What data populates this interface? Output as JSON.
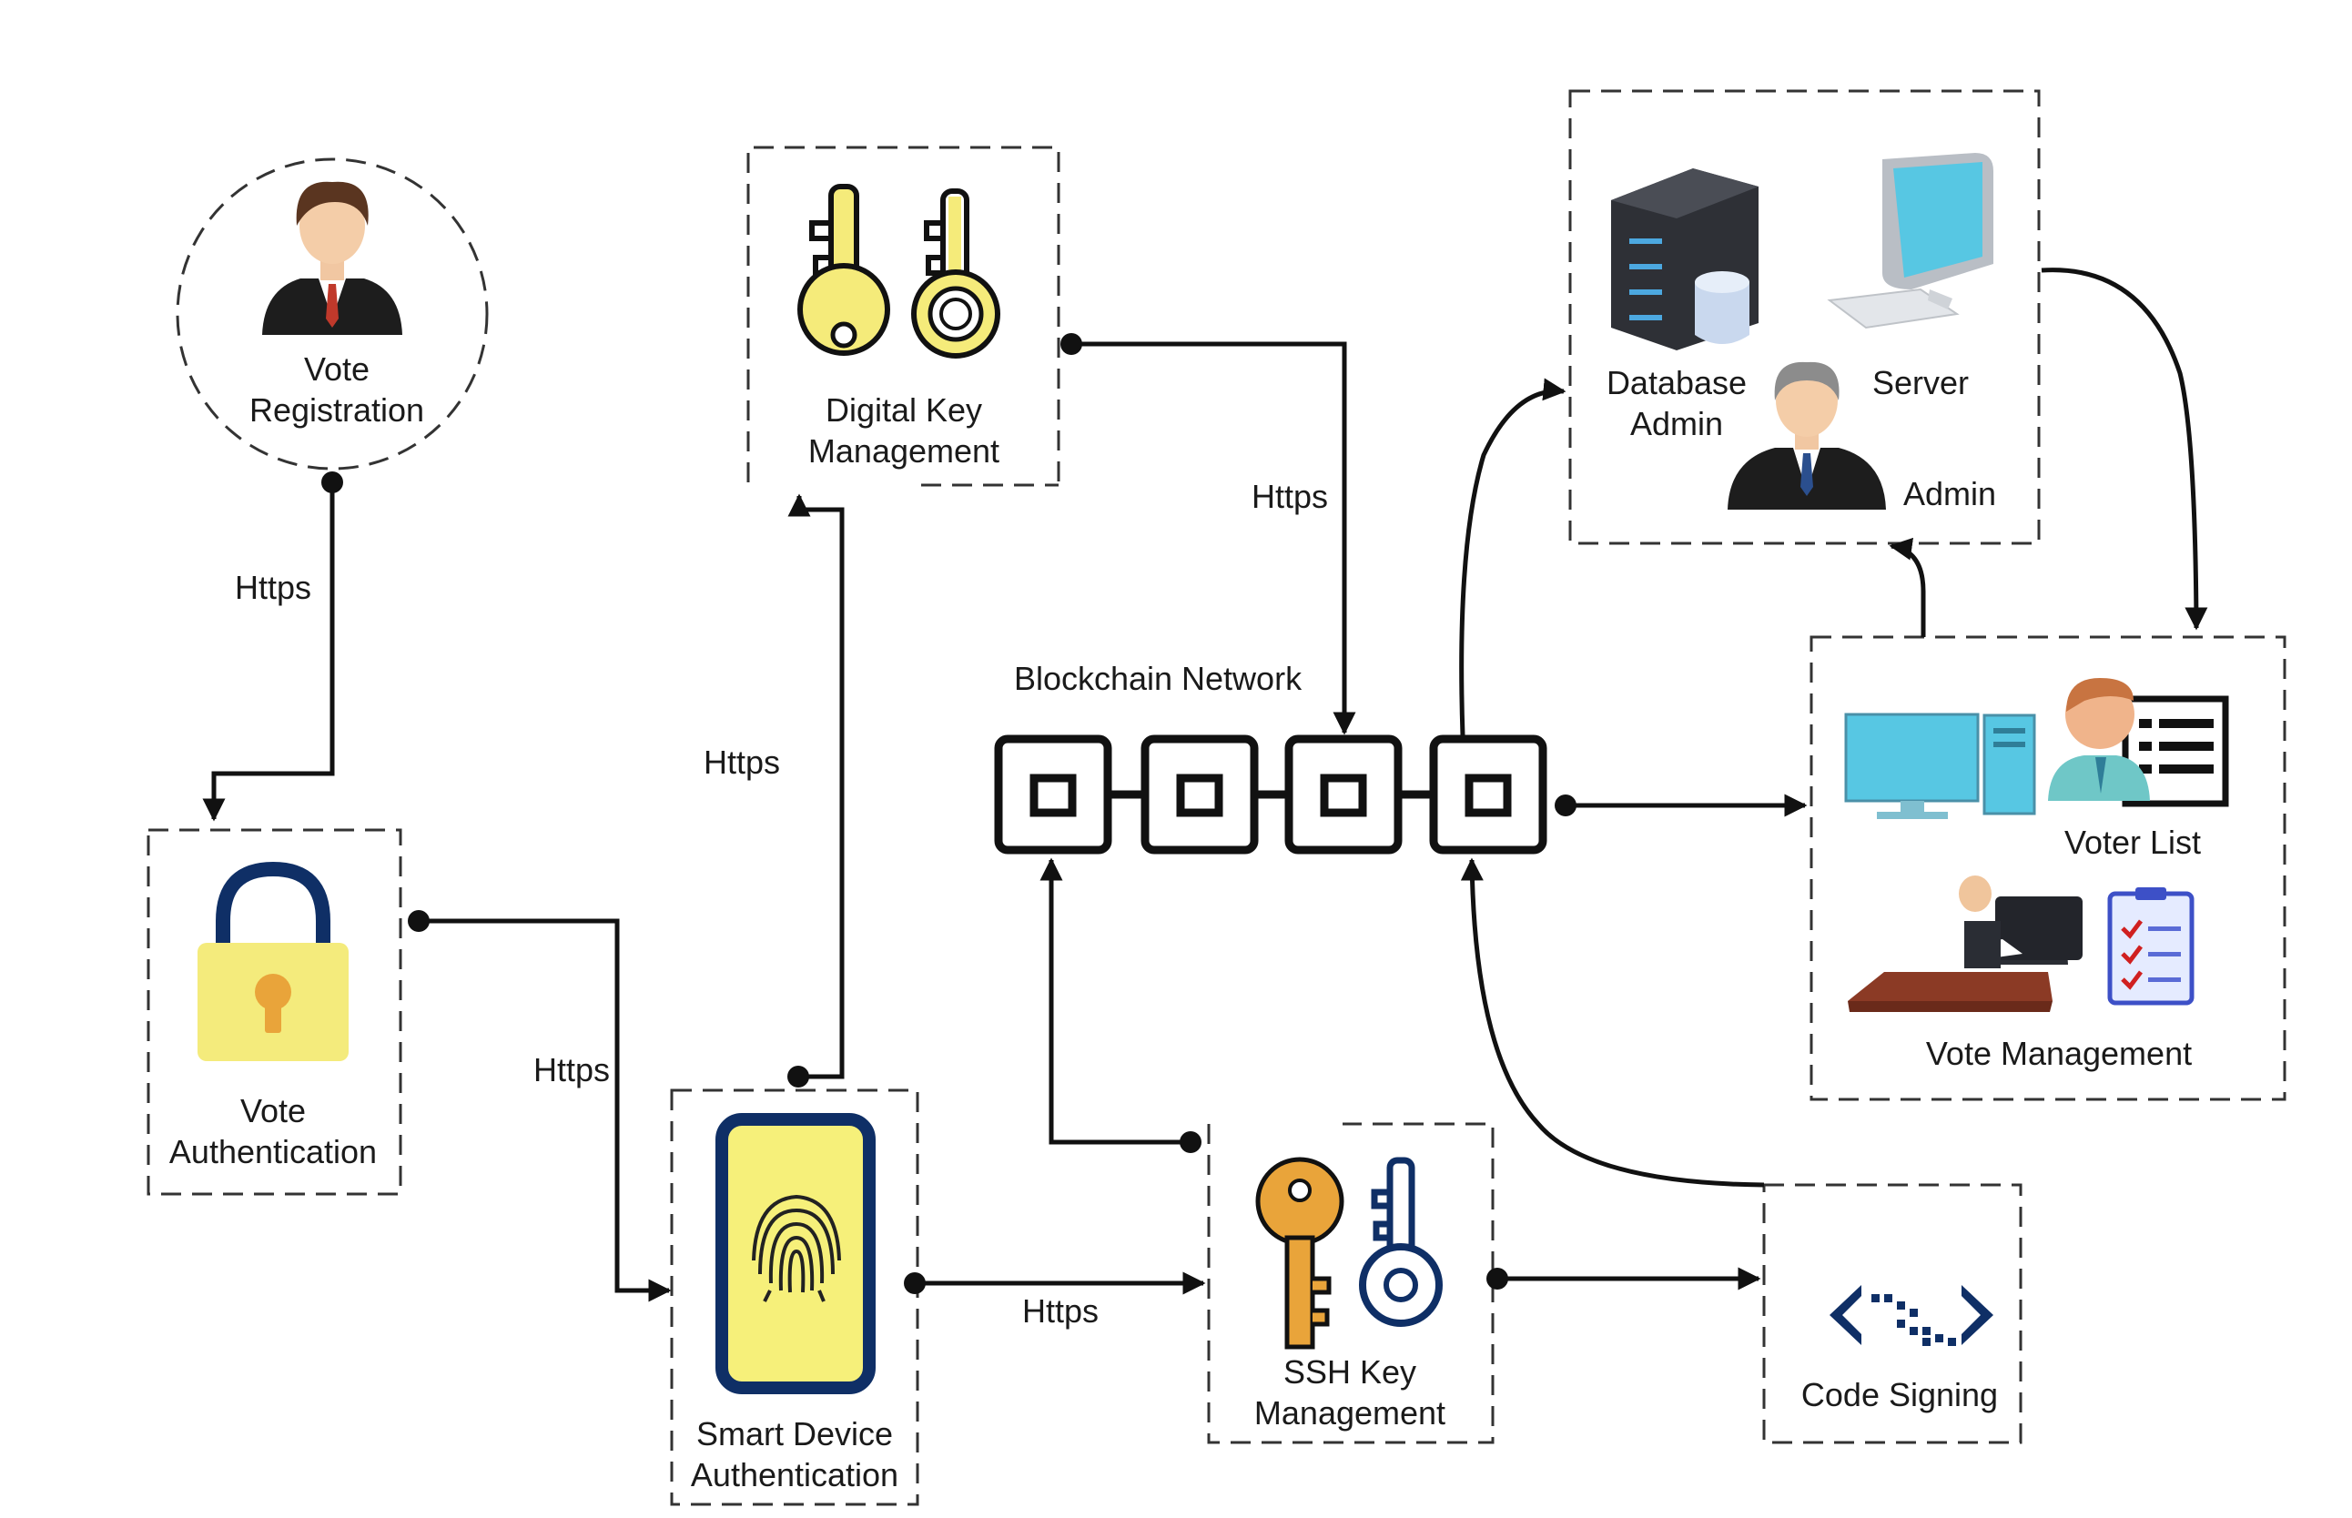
{
  "nodes": {
    "vote_registration": {
      "line1": "Vote",
      "line2": "Registration"
    },
    "digital_key": {
      "line1": "Digital Key",
      "line2": "Management"
    },
    "vote_authentication": {
      "line1": "Vote",
      "line2": "Authentication"
    },
    "smart_device": {
      "line1": "Smart Device",
      "line2": "Authentication"
    },
    "ssh_key": {
      "line1": "SSH Key",
      "line2": "Management"
    },
    "code_signing": {
      "label": "Code Signing"
    },
    "blockchain": {
      "label": "Blockchain Network"
    },
    "admin_group": {
      "db_line1": "Database",
      "db_line2": "Admin",
      "server": "Server",
      "admin": "Admin"
    },
    "vote_mgmt_group": {
      "voter_list": "Voter List",
      "vote_management": "Vote Management"
    }
  },
  "edges": {
    "reg_to_auth": "Https",
    "auth_to_device": "Https",
    "device_to_key": "Https",
    "key_to_chain": "Https",
    "device_to_ssh": "Https"
  },
  "colors": {
    "key_yellow": "#F5EB7A",
    "key_orange": "#E9A43A",
    "navy": "#0F2F66",
    "monitor_blue": "#57C7E3",
    "server_dark": "#2E3036",
    "lock_yellow": "#F4EB7C",
    "phone_yellow": "#F6F07A"
  }
}
